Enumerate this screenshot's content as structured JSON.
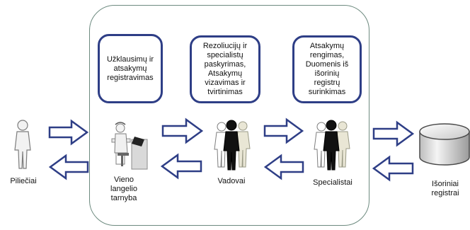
{
  "process_boxes": {
    "registration": [
      "Užklausimų ir",
      "atsakymų",
      "registravimas"
    ],
    "assignment": [
      "Rezoliucijų ir",
      "specialistų",
      "paskyrimas,",
      "Atsakymų",
      "vizavimas ir",
      "tvirtinimas"
    ],
    "preparation": [
      "Atsakymų",
      "rengimas,",
      "Duomenis iš",
      "išorinių",
      "registrų",
      "surinkimas"
    ]
  },
  "actors": {
    "citizens": [
      "Piliečiai"
    ],
    "one_stop": [
      "Vieno",
      "langelio",
      "tarnyba"
    ],
    "managers": [
      "Vadovai"
    ],
    "specialists": [
      "Specialistai"
    ],
    "external": [
      "Išoriniai",
      "registrai"
    ]
  },
  "colors": {
    "arrow_stroke": "#2e3e86",
    "box_border": "#2e3e86",
    "container_border": "#6d8a7f"
  },
  "icons": [
    "citizen-person-icon",
    "clerk-at-desk-icon",
    "managers-group-icon",
    "specialists-group-icon",
    "database-cylinder-icon"
  ]
}
